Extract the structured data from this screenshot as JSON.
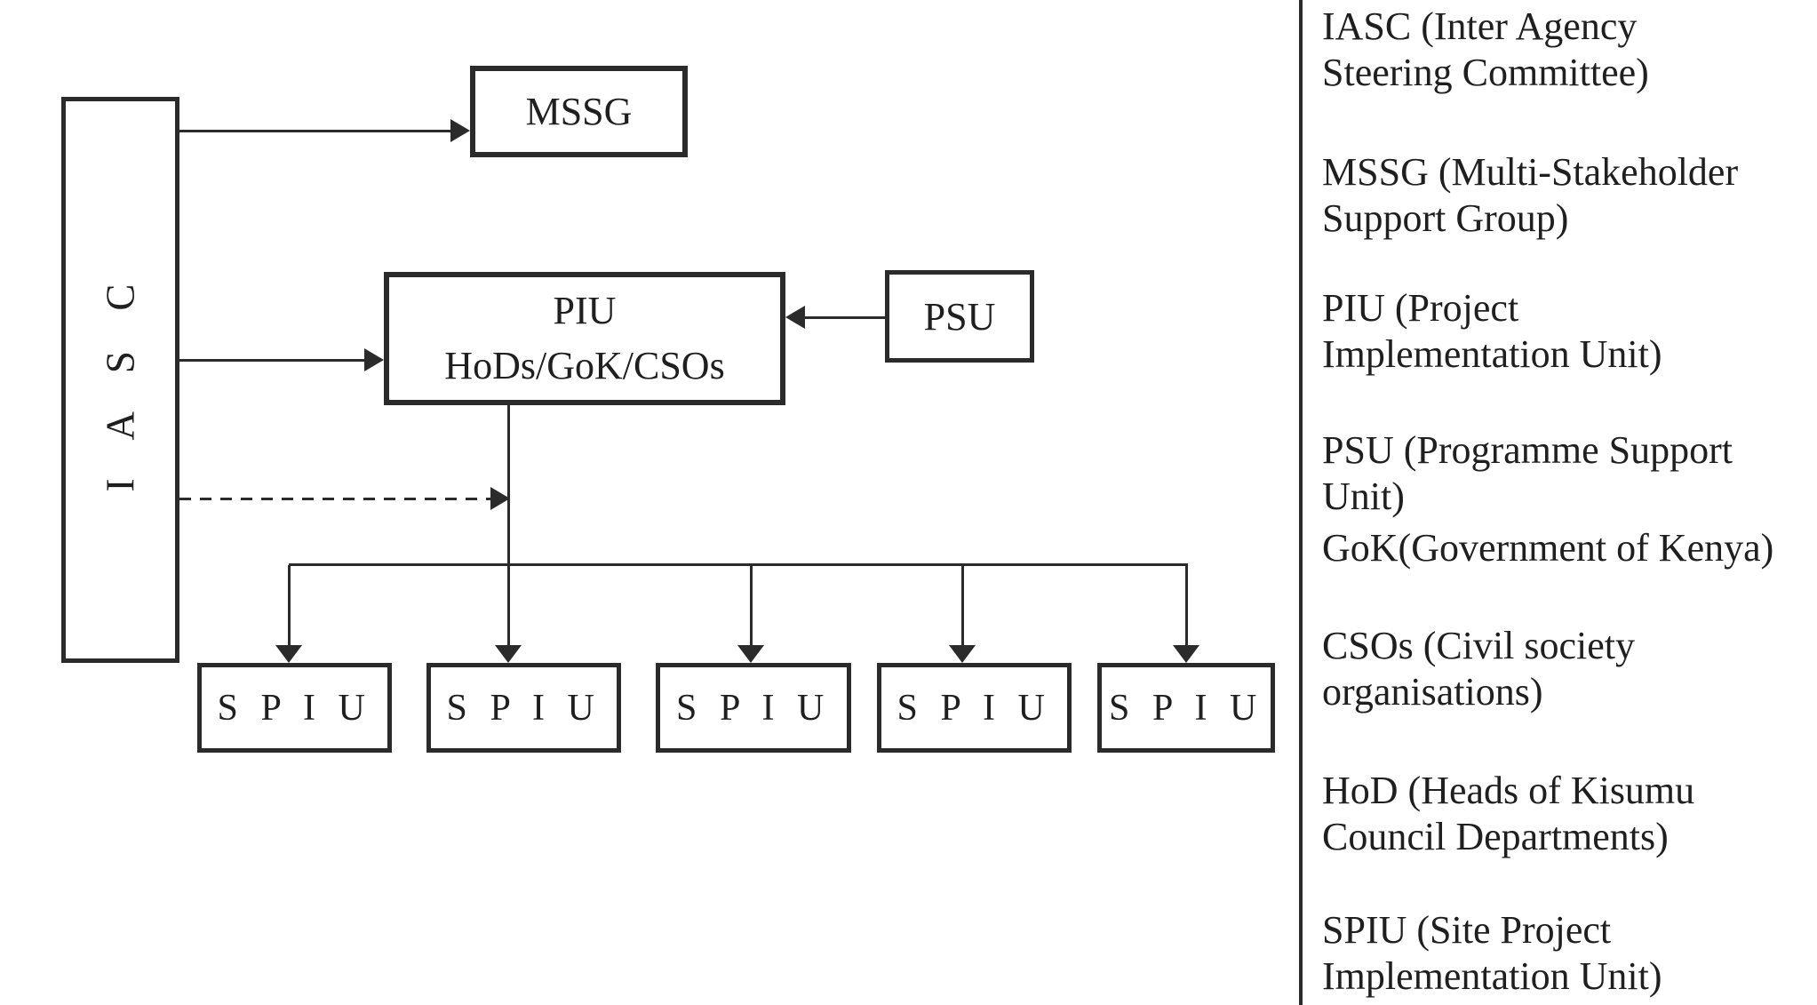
{
  "colors": {
    "stroke": "#2b2b2b",
    "text": "#1f1f1f",
    "background": "#ffffff"
  },
  "diagram": {
    "iasc": {
      "label": "I A S C"
    },
    "mssg": {
      "label": "MSSG"
    },
    "piu": {
      "line1": "PIU",
      "line2": "HoDs/GoK/CSOs"
    },
    "psu": {
      "label": "PSU"
    },
    "spiu_boxes": [
      {
        "label": "S P I U"
      },
      {
        "label": "S P I U"
      },
      {
        "label": "S P I U"
      },
      {
        "label": "S P I U"
      },
      {
        "label": "S P I U"
      }
    ]
  },
  "legend": {
    "items": [
      {
        "text": "IASC (Inter Agency\nSteering Committee)"
      },
      {
        "text": "MSSG (Multi-Stakeholder\nSupport Group)"
      },
      {
        "text": "PIU (Project\nImplementation Unit)"
      },
      {
        "text": "PSU (Programme Support Unit)"
      },
      {
        "text": "GoK(Government of Kenya)"
      },
      {
        "text": "CSOs (Civil society\norganisations)"
      },
      {
        "text": "HoD (Heads of Kisumu\nCouncil Departments)"
      },
      {
        "text": "SPIU (Site Project\nImplementation Unit)"
      }
    ]
  }
}
